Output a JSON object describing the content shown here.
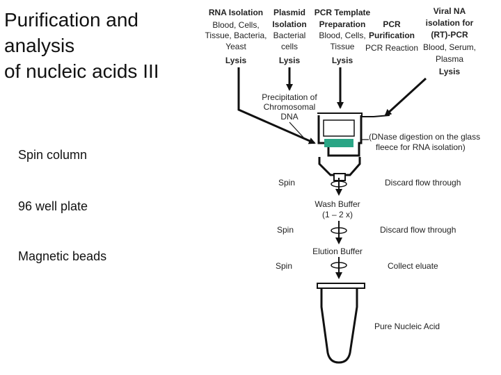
{
  "slide": {
    "title_lines": [
      "Purification and",
      "analysis",
      "of nucleic acids III"
    ],
    "bullets": [
      "Spin column",
      "96 well plate",
      "Magnetic beads"
    ]
  },
  "diagram": {
    "sources": [
      {
        "heading": [
          "RNA Isolation"
        ],
        "samples": [
          "Blood, Cells,",
          "Tissue, Bacteria,",
          "Yeast"
        ],
        "step": "Lysis"
      },
      {
        "heading": [
          "Plasmid",
          "Isolation"
        ],
        "samples": [
          "Bacterial",
          "cells"
        ],
        "step": "Lysis"
      },
      {
        "heading": [
          "PCR Template",
          "Preparation"
        ],
        "samples": [
          "Blood, Cells,",
          "Tissue"
        ],
        "step": "Lysis"
      },
      {
        "heading": [
          "PCR",
          "Purification"
        ],
        "samples": [
          "PCR Reaction"
        ],
        "step": ""
      },
      {
        "heading": [
          "Viral NA",
          "isolation for",
          "(RT)-PCR"
        ],
        "samples": [
          "Blood, Serum,",
          "Plasma"
        ],
        "step": "Lysis"
      }
    ],
    "precipitation": [
      "Precipitation of",
      "Chromosomal",
      "DNA"
    ],
    "dnase_note": [
      "(DNase digestion on the glass",
      "fleece for RNA isolation)"
    ],
    "steps": [
      {
        "left": "Spin",
        "right": "Discard flow through"
      },
      {
        "center": [
          "Wash Buffer",
          "(1 – 2 x)"
        ]
      },
      {
        "left": "Spin",
        "right": "Discard flow through"
      },
      {
        "center": [
          "Elution Buffer"
        ]
      },
      {
        "left": "Spin",
        "right": "Collect eluate"
      }
    ],
    "final": "Pure Nucleic Acid",
    "colors": {
      "glass_fleece": "#2aa585",
      "lines": "#111111"
    }
  }
}
